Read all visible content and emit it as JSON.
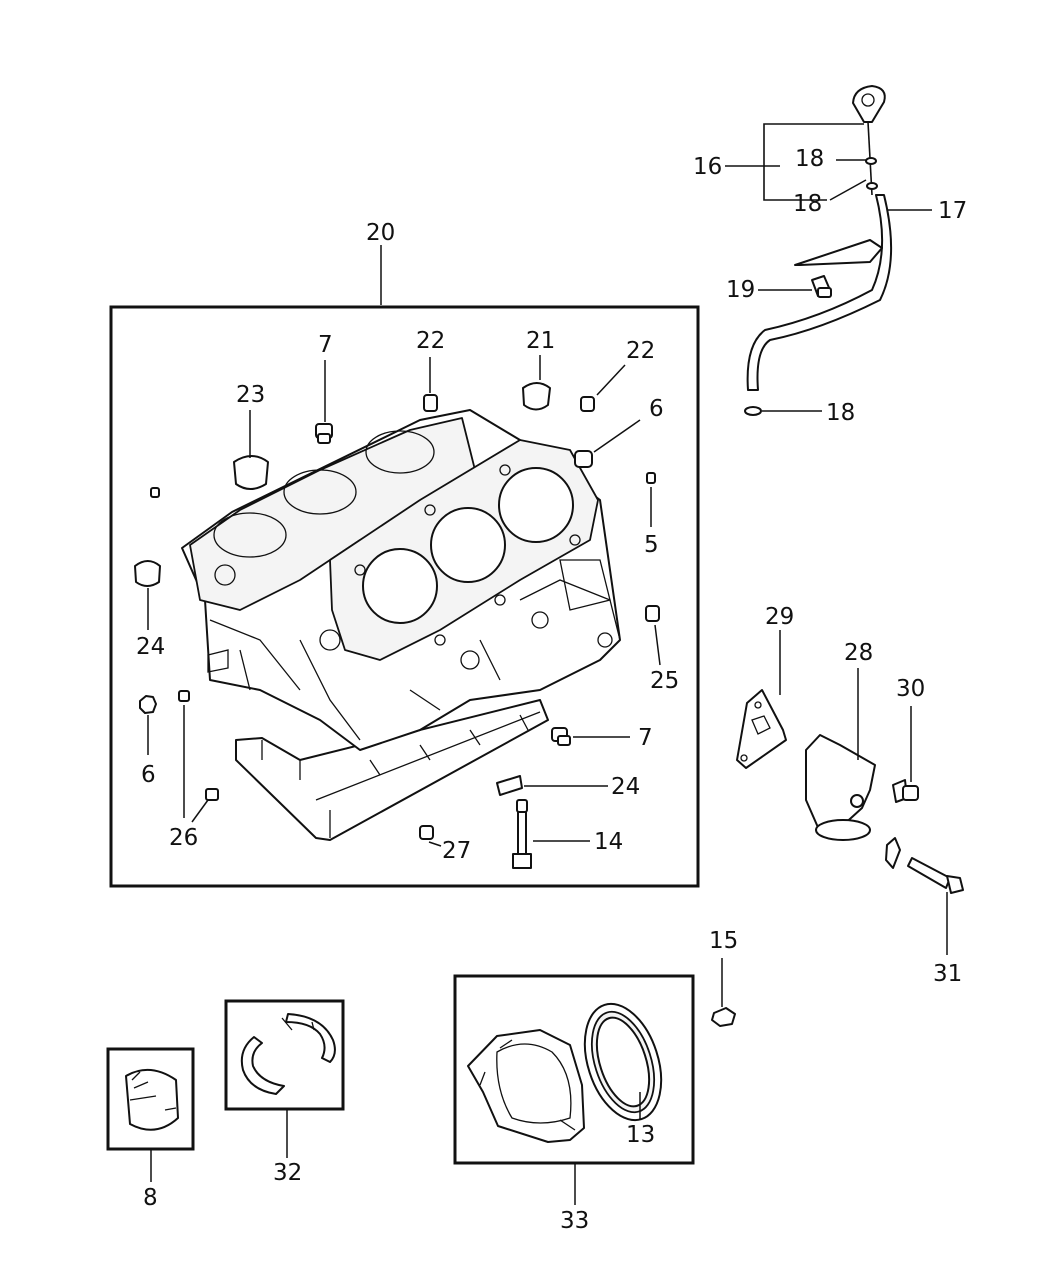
{
  "diagram": {
    "callouts": [
      {
        "id": "c20",
        "text": "20"
      },
      {
        "id": "c7a",
        "text": "7"
      },
      {
        "id": "c22a",
        "text": "22"
      },
      {
        "id": "c21",
        "text": "21"
      },
      {
        "id": "c22b",
        "text": "22"
      },
      {
        "id": "c23",
        "text": "23"
      },
      {
        "id": "c6a",
        "text": "6"
      },
      {
        "id": "c5",
        "text": "5"
      },
      {
        "id": "c24a",
        "text": "24"
      },
      {
        "id": "c25",
        "text": "25"
      },
      {
        "id": "c6b",
        "text": "6"
      },
      {
        "id": "c7b",
        "text": "7"
      },
      {
        "id": "c24b",
        "text": "24"
      },
      {
        "id": "c26",
        "text": "26"
      },
      {
        "id": "c27",
        "text": "27"
      },
      {
        "id": "c14",
        "text": "14"
      },
      {
        "id": "c16",
        "text": "16"
      },
      {
        "id": "c18a",
        "text": "18"
      },
      {
        "id": "c18b",
        "text": "18"
      },
      {
        "id": "c17",
        "text": "17"
      },
      {
        "id": "c19",
        "text": "19"
      },
      {
        "id": "c18c",
        "text": "18"
      },
      {
        "id": "c29",
        "text": "29"
      },
      {
        "id": "c28",
        "text": "28"
      },
      {
        "id": "c30",
        "text": "30"
      },
      {
        "id": "c31",
        "text": "31"
      },
      {
        "id": "c15",
        "text": "15"
      },
      {
        "id": "c13",
        "text": "13"
      },
      {
        "id": "c33",
        "text": "33"
      },
      {
        "id": "c32",
        "text": "32"
      },
      {
        "id": "c8",
        "text": "8"
      }
    ]
  }
}
